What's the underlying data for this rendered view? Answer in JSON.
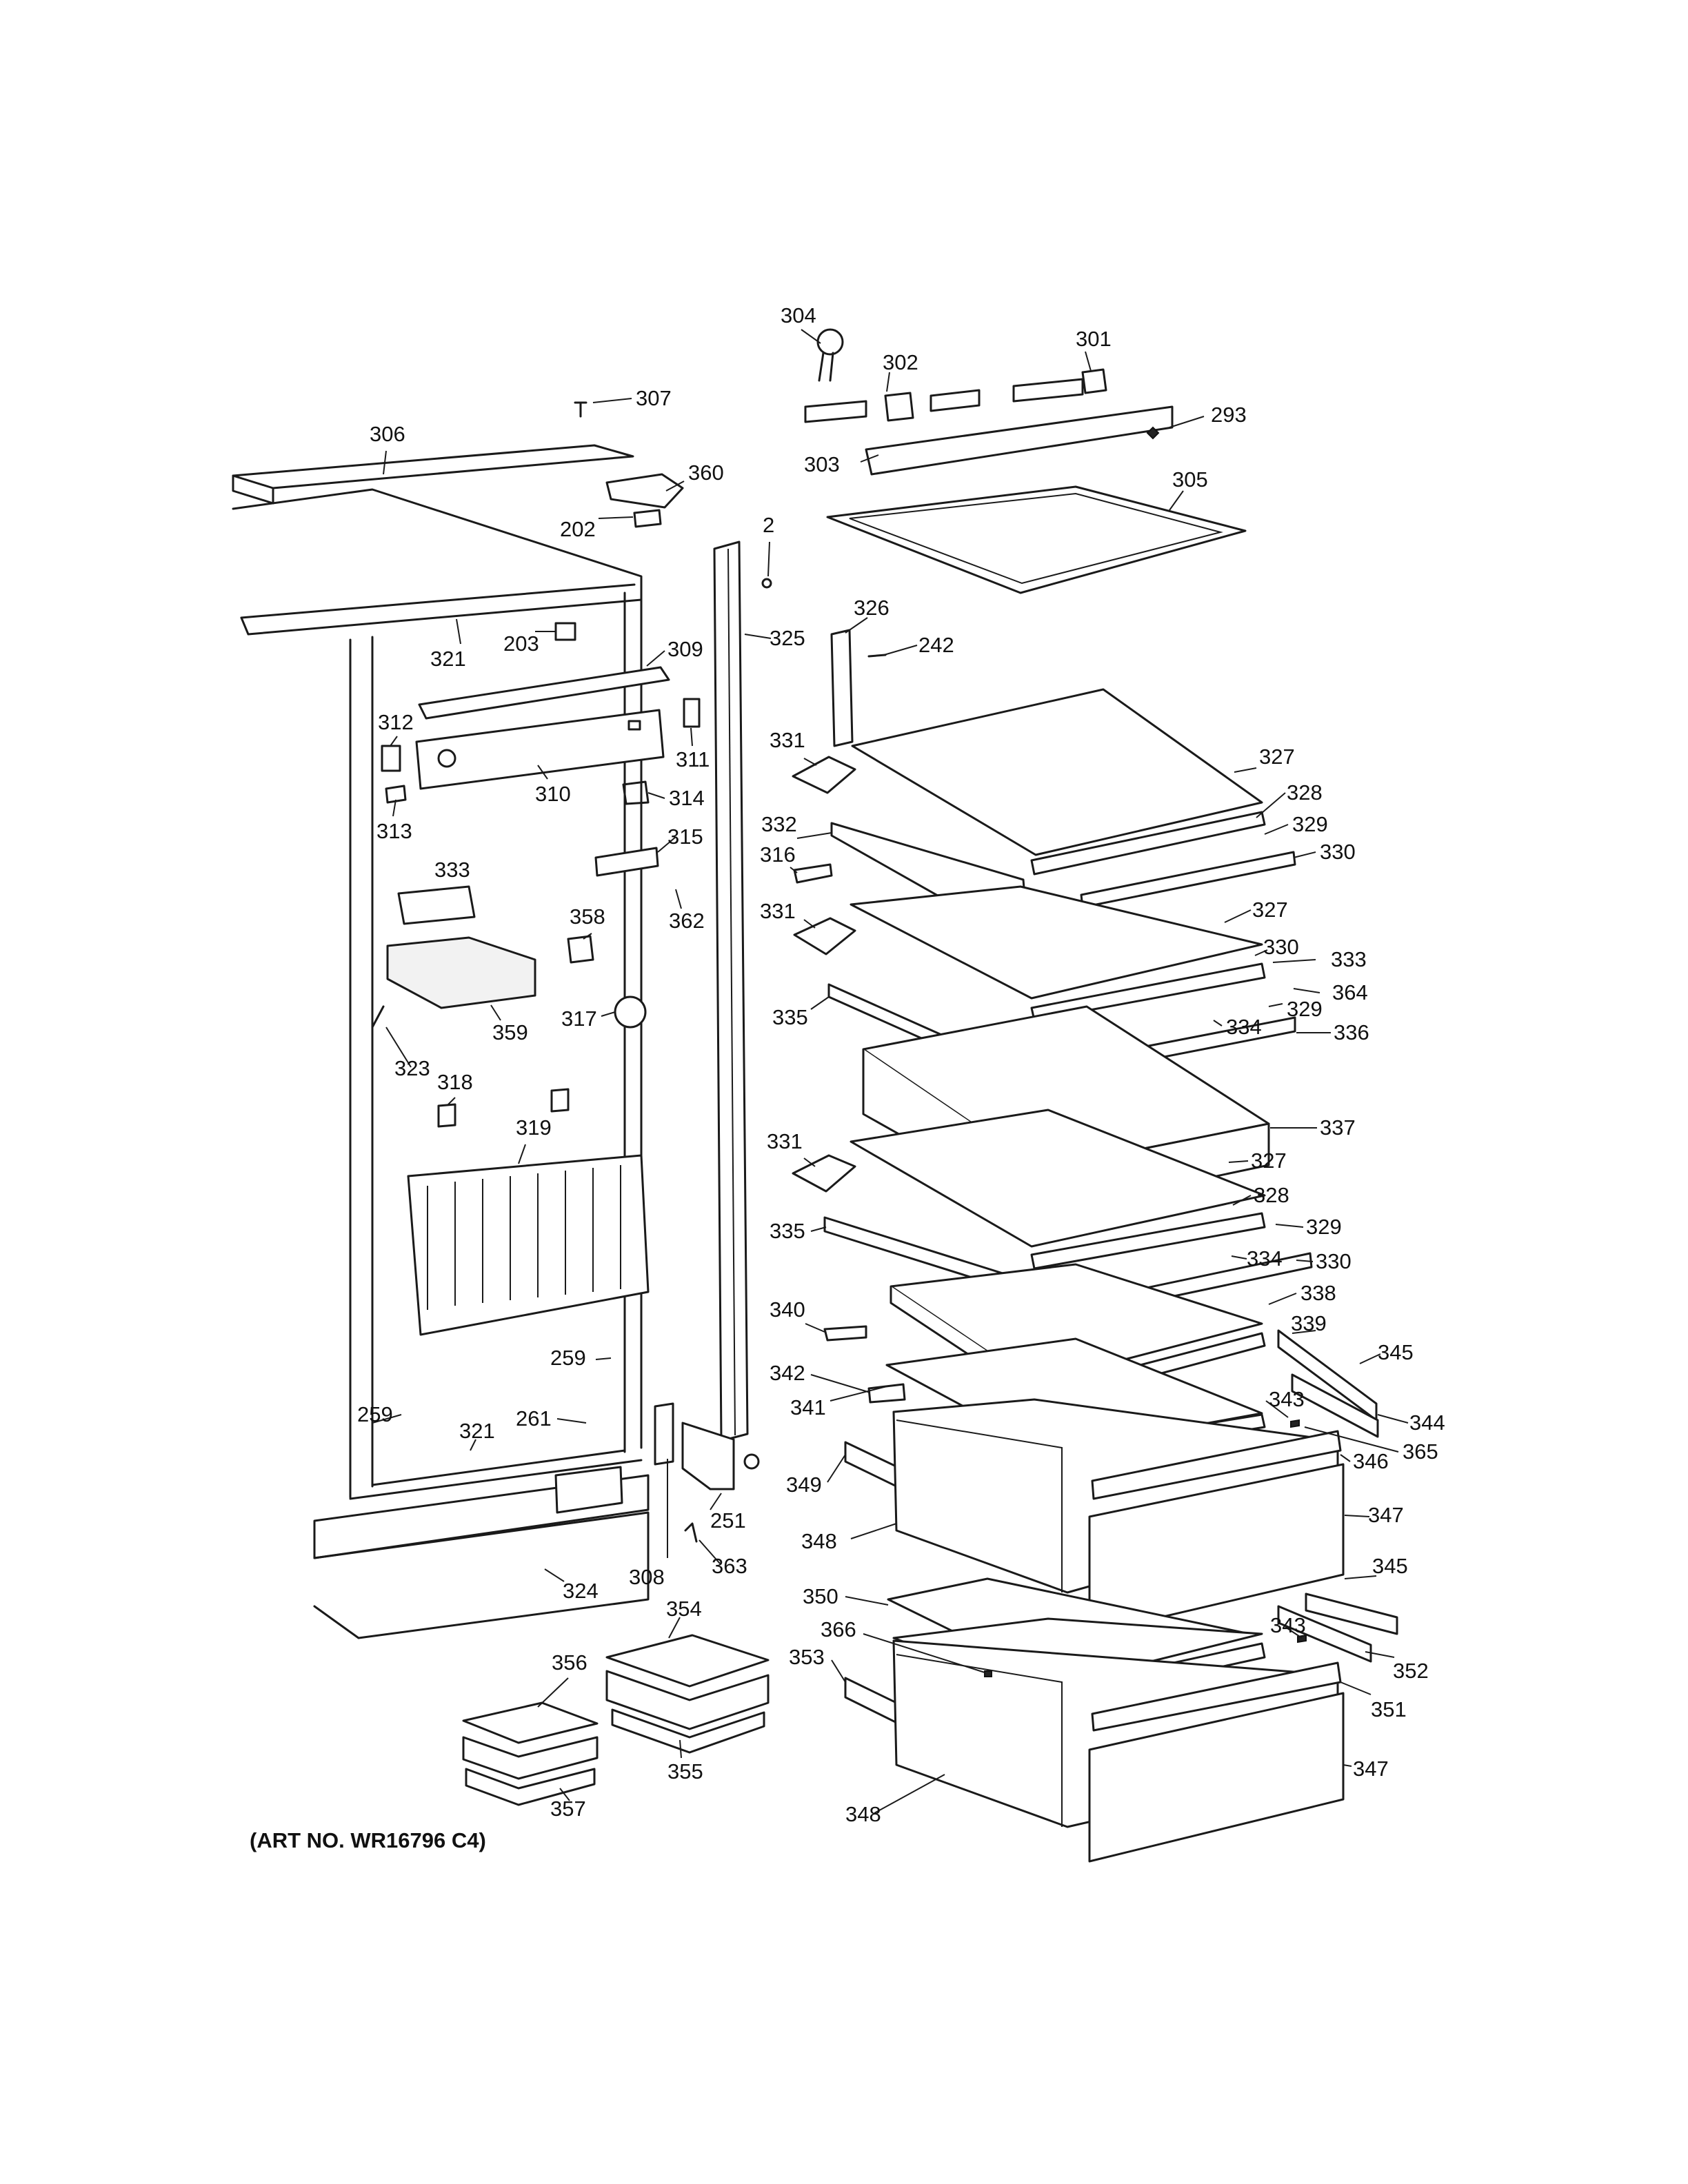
{
  "diagram": {
    "art_number": "(ART NO. WR16796 C4)",
    "callouts": [
      "304",
      "302",
      "301",
      "307",
      "306",
      "293",
      "360",
      "303",
      "305",
      "202",
      "2",
      "203",
      "321",
      "309",
      "325",
      "326",
      "242",
      "312",
      "311",
      "310",
      "331",
      "327",
      "313",
      "314",
      "328",
      "329",
      "315",
      "332",
      "330",
      "316",
      "333",
      "362",
      "358",
      "331",
      "327",
      "330",
      "333",
      "364",
      "359",
      "335",
      "329",
      "317",
      "334",
      "336",
      "323",
      "318",
      "319",
      "337",
      "331",
      "327",
      "328",
      "329",
      "335",
      "334",
      "330",
      "338",
      "340",
      "339",
      "345",
      "342",
      "259",
      "341",
      "343",
      "344",
      "259",
      "261",
      "321",
      "365",
      "346",
      "349",
      "347",
      "251",
      "348",
      "308",
      "363",
      "345",
      "324",
      "350",
      "354",
      "343",
      "356",
      "366",
      "353",
      "352",
      "351",
      "355",
      "347",
      "357",
      "348"
    ]
  }
}
